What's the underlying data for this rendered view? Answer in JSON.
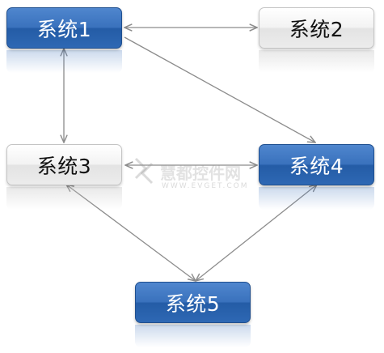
{
  "diagram": {
    "nodes": [
      {
        "id": "n1",
        "label": "系统1",
        "style": "blue"
      },
      {
        "id": "n2",
        "label": "系统2",
        "style": "gray"
      },
      {
        "id": "n3",
        "label": "系统3",
        "style": "gray"
      },
      {
        "id": "n4",
        "label": "系统4",
        "style": "blue"
      },
      {
        "id": "n5",
        "label": "系统5",
        "style": "blue"
      }
    ],
    "edges": [
      {
        "from": "n1",
        "to": "n2",
        "direction": "both"
      },
      {
        "from": "n1",
        "to": "n3",
        "direction": "both"
      },
      {
        "from": "n1",
        "to": "n4",
        "direction": "to"
      },
      {
        "from": "n3",
        "to": "n4",
        "direction": "both"
      },
      {
        "from": "n3",
        "to": "n5",
        "direction": "both"
      },
      {
        "from": "n4",
        "to": "n5",
        "direction": "both"
      }
    ]
  },
  "watermark": {
    "text": "慧都控件网",
    "url": "WWW.EVGET.COM"
  },
  "colors": {
    "node_blue": "#2e68b4",
    "node_gray": "#ececec",
    "edge": "#8c8c8c"
  }
}
